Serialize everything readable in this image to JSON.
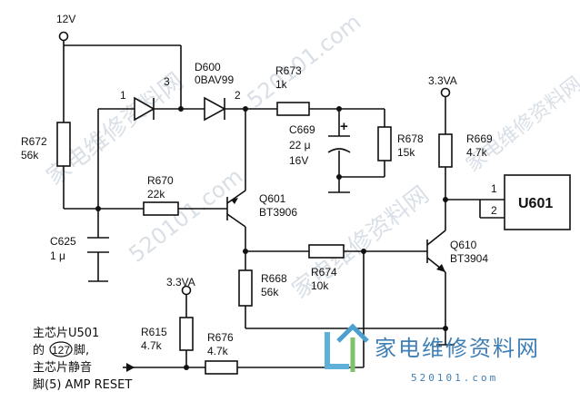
{
  "power": {
    "v12": "12V",
    "v33_top": "3.3VA",
    "v33_bottom": "3.3VA"
  },
  "diode": {
    "ref": "D600",
    "part": "0BAV99",
    "pin1": "1",
    "pin3": "3",
    "pin2": "2"
  },
  "resistors": {
    "r672": {
      "ref": "R672",
      "val": "56k"
    },
    "r673": {
      "ref": "R673",
      "val": "1k"
    },
    "r678": {
      "ref": "R678",
      "val": "15k"
    },
    "r669": {
      "ref": "R669",
      "val": "4.7k"
    },
    "r670": {
      "ref": "R670",
      "val": "22k"
    },
    "r668": {
      "ref": "R668",
      "val": "56k"
    },
    "r674": {
      "ref": "R674",
      "val": "10k"
    },
    "r615": {
      "ref": "R615",
      "val": "4.7k"
    },
    "r676": {
      "ref": "R676",
      "val": "4.7k"
    }
  },
  "capacitors": {
    "c669": {
      "ref": "C669",
      "val": "22 μ",
      "volt": "16V",
      "polarity": "+"
    },
    "c625": {
      "ref": "C625",
      "val": "1 μ"
    }
  },
  "transistors": {
    "q601": {
      "ref": "Q601",
      "part": "BT3906"
    },
    "q610": {
      "ref": "Q610",
      "part": "BT3904"
    }
  },
  "ic": {
    "ref": "U601",
    "pin1": "1",
    "pin2": "2"
  },
  "input_note": {
    "line1": "主芯片U501",
    "line2_a": "的",
    "line2_pin": "127",
    "line2_b": "脚,",
    "line3": "主芯片静音",
    "line4": "脚(5) AMP RESET"
  },
  "watermark": {
    "diag": "家电维修资料网",
    "url_diag": "520101.com",
    "logo_text": "家电维修资料网",
    "logo_url": "520101.com"
  }
}
